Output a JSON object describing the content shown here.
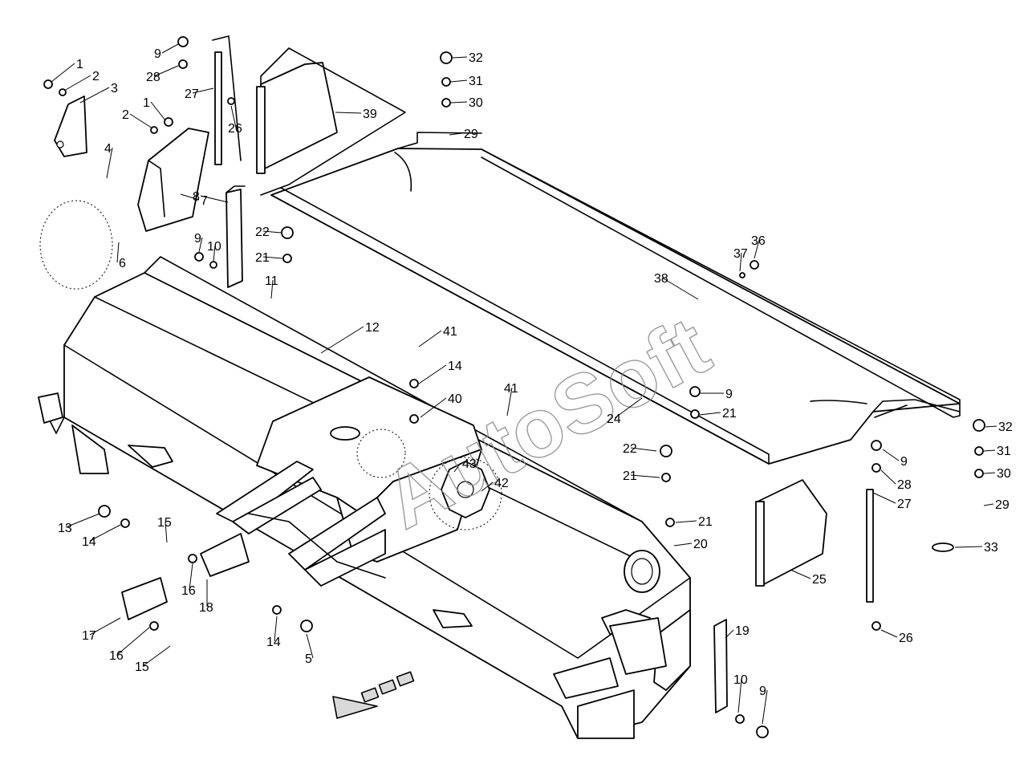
{
  "watermark": "AutoSoft",
  "callouts": [
    {
      "id": "c1a",
      "text": "1"
    },
    {
      "id": "c2a",
      "text": "2"
    },
    {
      "id": "c3",
      "text": "3"
    },
    {
      "id": "c1b",
      "text": "1"
    },
    {
      "id": "c2b",
      "text": "2"
    },
    {
      "id": "c4",
      "text": "4"
    },
    {
      "id": "c7",
      "text": "7"
    },
    {
      "id": "c6",
      "text": "6"
    },
    {
      "id": "c9a",
      "text": "9"
    },
    {
      "id": "c28a",
      "text": "28"
    },
    {
      "id": "c27a",
      "text": "27"
    },
    {
      "id": "c26a",
      "text": "26"
    },
    {
      "id": "c39",
      "text": "39"
    },
    {
      "id": "c8",
      "text": "8"
    },
    {
      "id": "c9b",
      "text": "9"
    },
    {
      "id": "c10a",
      "text": "10"
    },
    {
      "id": "c22a",
      "text": "22"
    },
    {
      "id": "c21a",
      "text": "21"
    },
    {
      "id": "c11",
      "text": "11"
    },
    {
      "id": "c32a",
      "text": "32"
    },
    {
      "id": "c31a",
      "text": "31"
    },
    {
      "id": "c30a",
      "text": "30"
    },
    {
      "id": "c29a",
      "text": "29"
    },
    {
      "id": "c36",
      "text": "36"
    },
    {
      "id": "c37",
      "text": "37"
    },
    {
      "id": "c38",
      "text": "38"
    },
    {
      "id": "c12",
      "text": "12"
    },
    {
      "id": "c41a",
      "text": "41"
    },
    {
      "id": "c14a",
      "text": "14"
    },
    {
      "id": "c40",
      "text": "40"
    },
    {
      "id": "c41b",
      "text": "41"
    },
    {
      "id": "c9c",
      "text": "9"
    },
    {
      "id": "c21b",
      "text": "21"
    },
    {
      "id": "c24",
      "text": "24"
    },
    {
      "id": "c22b",
      "text": "22"
    },
    {
      "id": "c21c",
      "text": "21"
    },
    {
      "id": "c43",
      "text": "43"
    },
    {
      "id": "c42",
      "text": "42"
    },
    {
      "id": "c21d",
      "text": "21"
    },
    {
      "id": "c20",
      "text": "20"
    },
    {
      "id": "c32b",
      "text": "32"
    },
    {
      "id": "c31b",
      "text": "31"
    },
    {
      "id": "c30b",
      "text": "30"
    },
    {
      "id": "c9d",
      "text": "9"
    },
    {
      "id": "c28b",
      "text": "28"
    },
    {
      "id": "c27b",
      "text": "27"
    },
    {
      "id": "c29b",
      "text": "29"
    },
    {
      "id": "c33",
      "text": "33"
    },
    {
      "id": "c25",
      "text": "25"
    },
    {
      "id": "c26b",
      "text": "26"
    },
    {
      "id": "c13",
      "text": "13"
    },
    {
      "id": "c14b",
      "text": "14"
    },
    {
      "id": "c15a",
      "text": "15"
    },
    {
      "id": "c16a",
      "text": "16"
    },
    {
      "id": "c18",
      "text": "18"
    },
    {
      "id": "c17",
      "text": "17"
    },
    {
      "id": "c16b",
      "text": "16"
    },
    {
      "id": "c15b",
      "text": "15"
    },
    {
      "id": "c14c",
      "text": "14"
    },
    {
      "id": "c5",
      "text": "5"
    },
    {
      "id": "c19",
      "text": "19"
    },
    {
      "id": "c10b",
      "text": "10"
    },
    {
      "id": "c9e",
      "text": "9"
    }
  ]
}
